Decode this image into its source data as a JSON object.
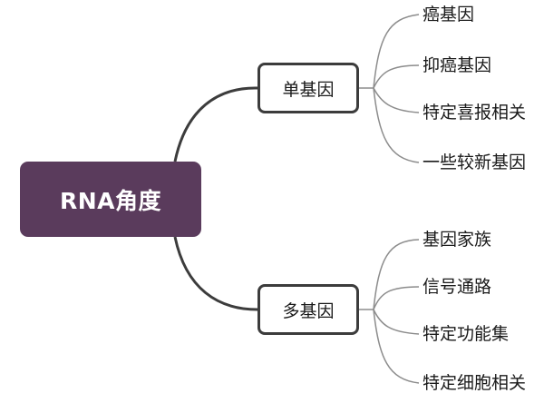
{
  "root": {
    "label": "RNA角度"
  },
  "branches": [
    {
      "label": "单基因",
      "leaves": [
        "癌基因",
        "抑癌基因",
        "特定喜报相关",
        "一些较新基因"
      ]
    },
    {
      "label": "多基因",
      "leaves": [
        "基因家族",
        "信号通路",
        "特定功能集",
        "特定细胞相关"
      ]
    }
  ],
  "colors": {
    "root_fill": "#5a3b5c",
    "connector": "#3c3c3c",
    "leaf_connector": "#8c8c8c"
  }
}
